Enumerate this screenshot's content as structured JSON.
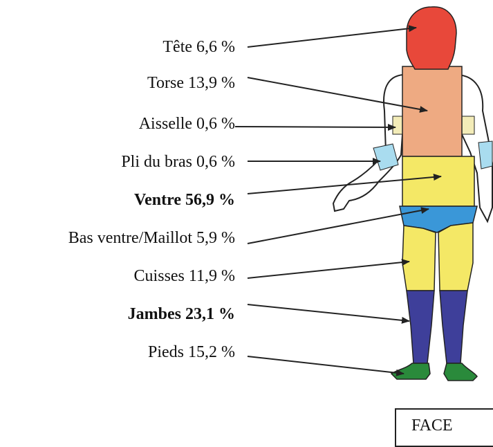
{
  "labels": [
    {
      "text": "Tête  6,6 %",
      "bold": false
    },
    {
      "text": "Torse  13,9 %",
      "bold": false
    },
    {
      "text": "Aisselle 0,6 %",
      "bold": false
    },
    {
      "text": "Pli du bras 0,6 %",
      "bold": false
    },
    {
      "text": "Ventre  56,9 %",
      "bold": true
    },
    {
      "text": "Bas ventre/Maillot  5,9 %",
      "bold": false
    },
    {
      "text": "Cuisses 11,9 %",
      "bold": false
    },
    {
      "text": "Jambes 23,1 %",
      "bold": true
    },
    {
      "text": "Pieds  15,2 %",
      "bold": false
    }
  ],
  "view_label": "FACE",
  "colors": {
    "head": "#e8483a",
    "torso": "#eeaa82",
    "armpit": "#f3ecb8",
    "elbow": "#a9dcef",
    "belly": "#f4e866",
    "swimsuit": "#3a97d8",
    "thigh": "#f4e866",
    "leg": "#3e3f9a",
    "foot": "#2a8a3b",
    "outline": "#222222",
    "arm": "#ffffff"
  }
}
